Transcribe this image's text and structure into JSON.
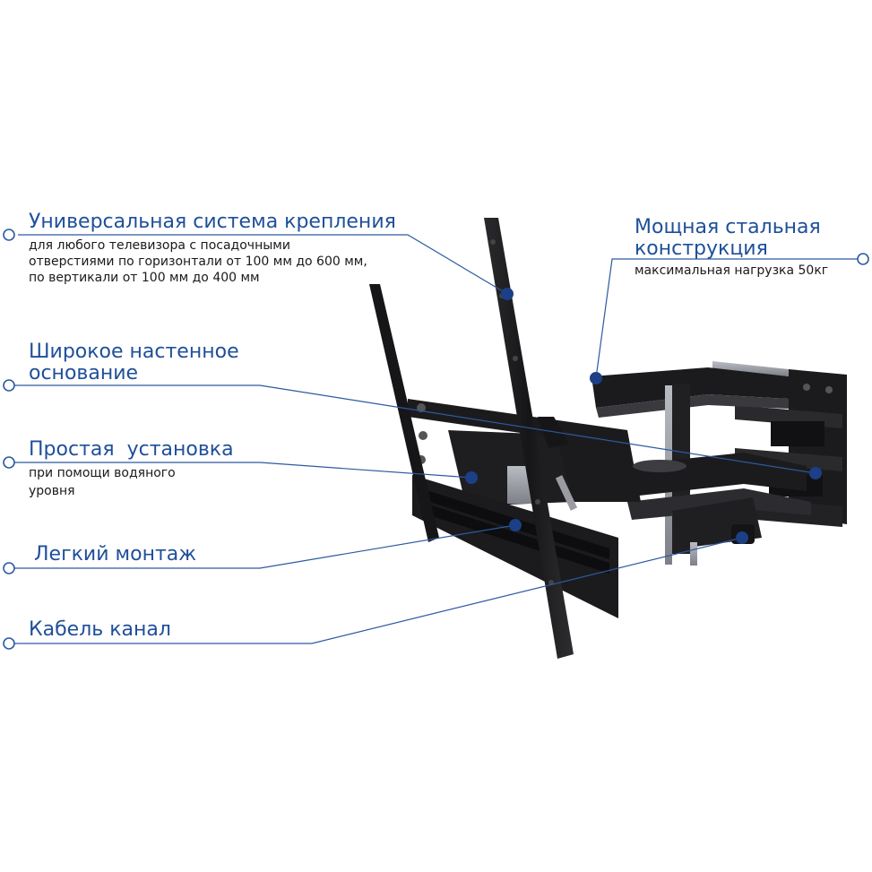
{
  "colors": {
    "title_text": "#1f4f9a",
    "body_text": "#1a1a1a",
    "leader_line": "#2c5aa0",
    "marker_dot": "#1c3f86",
    "metal": "#1b1b1d"
  },
  "callouts": {
    "universal": {
      "title": "Универсальная система крепления",
      "lines": [
        "для любого телевизора с посадочными",
        "отверстиями по горизонтали от 100 мм до 600 мм,",
        "по вертикали от 100 мм до 400 мм"
      ]
    },
    "steel": {
      "title_lines": [
        "Мощная стальная",
        "конструкция"
      ],
      "note": "максимальная нагрузка 50кг"
    },
    "wall_base": {
      "title_lines": [
        "Широкое настенное",
        "основание"
      ]
    },
    "install": {
      "title": "Простая  установка",
      "lines": [
        "при помощи водяного",
        "уровня"
      ]
    },
    "mount": {
      "title": "Легкий монтаж"
    },
    "cable": {
      "title": "Кабель канал"
    }
  }
}
